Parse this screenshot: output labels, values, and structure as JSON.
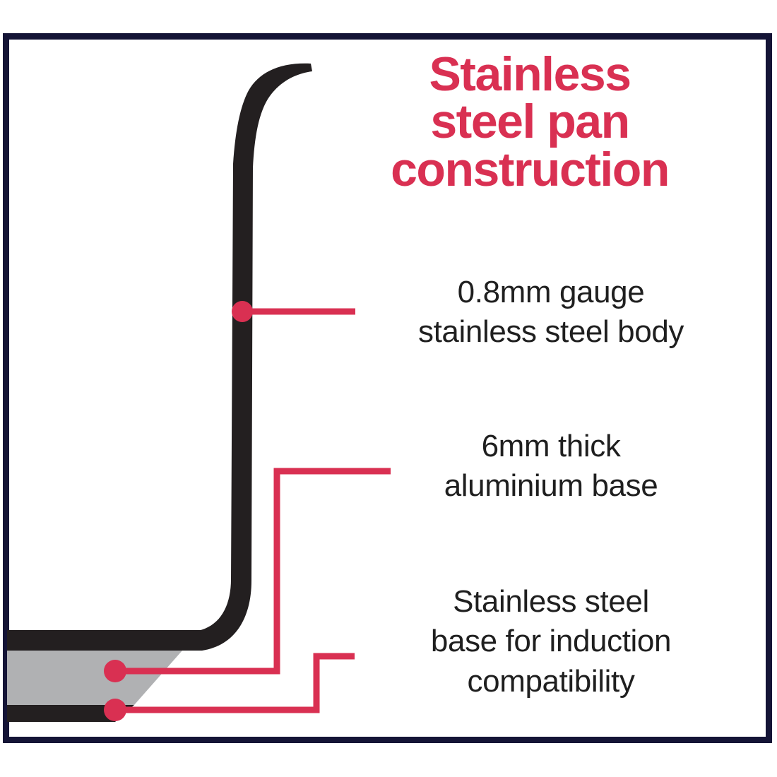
{
  "page": {
    "kind": "product-infographic",
    "background_color": "#ffffff",
    "frame_color": "#141436"
  },
  "title": {
    "lines": [
      "Stainless",
      "steel pan",
      "construction"
    ],
    "color": "#d93052"
  },
  "callouts": [
    {
      "id": "body",
      "lines": [
        "0.8mm gauge",
        "stainless steel body"
      ],
      "target": "pan-wall",
      "marker_color": "#d93052"
    },
    {
      "id": "aluminium",
      "lines": [
        "6mm thick",
        "aluminium base"
      ],
      "target": "aluminium-layer",
      "marker_color": "#d93052"
    },
    {
      "id": "induction",
      "lines": [
        "Stainless steel",
        "base for induction",
        "compatibility"
      ],
      "target": "induction-base-layer",
      "marker_color": "#d93052"
    }
  ],
  "diagram": {
    "name": "pan-cross-section",
    "layers": [
      {
        "name": "stainless-steel-body",
        "color": "#231f20",
        "label": "0.8mm gauge stainless steel body"
      },
      {
        "name": "aluminium-core",
        "color": "#b0b1b3",
        "label": "6mm thick aluminium base"
      },
      {
        "name": "induction-base",
        "color": "#231f20",
        "label": "Stainless steel base for induction compatibility"
      }
    ],
    "leader_color": "#d93052"
  },
  "colors": {
    "accent": "#d93052",
    "frame": "#141436",
    "metal_dark": "#231f20",
    "metal_grey": "#b0b1b3",
    "text": "#1f1f1f",
    "background": "#ffffff"
  }
}
